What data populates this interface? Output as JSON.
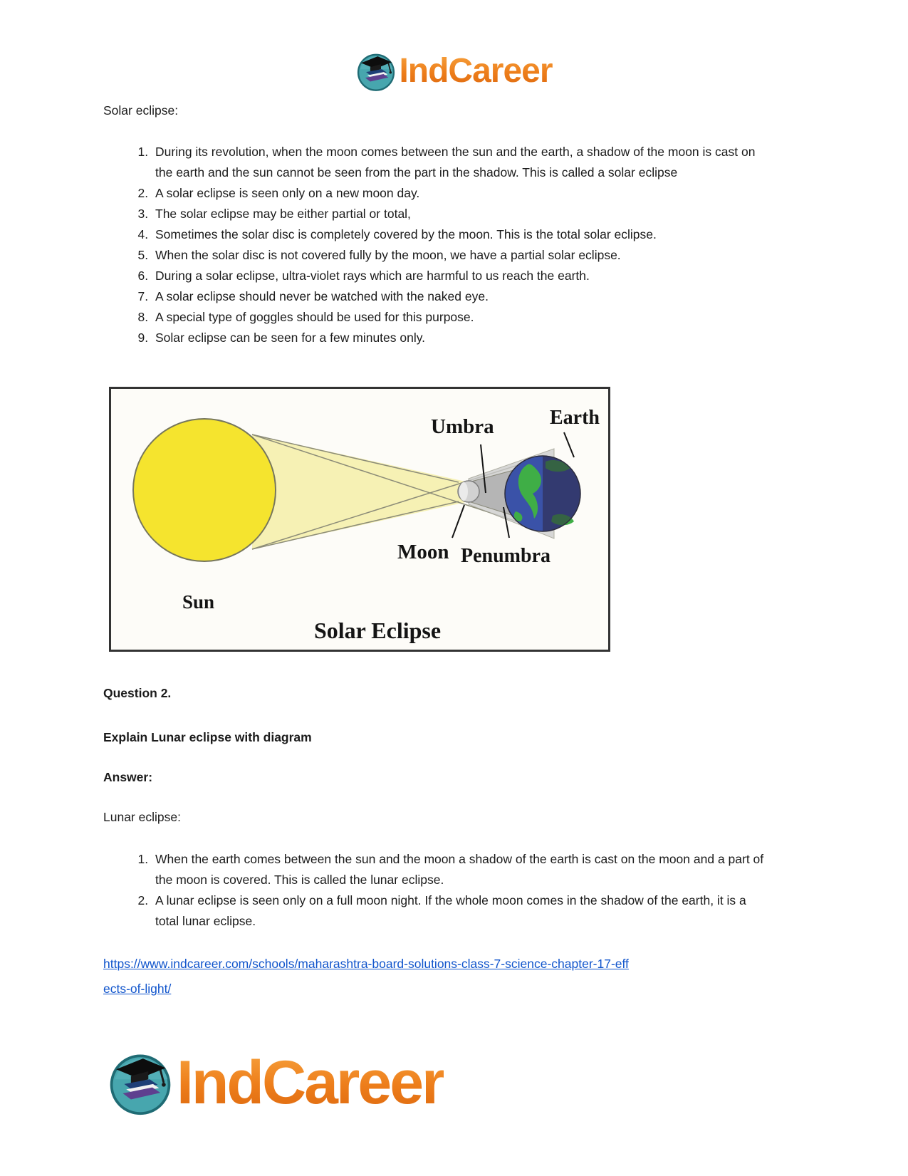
{
  "theme": {
    "brand_orange": "#ED7D1A",
    "brand_orange_light": "#F6A03C",
    "brand_orange_dark": "#DE6A10",
    "brand_teal": "#3E9EA8",
    "link_blue": "#1155CC",
    "text_black": "#1b1b1b",
    "sun_yellow": "#F5E42E",
    "beam_yellow": "#F6F1B4",
    "umbra_gray": "#B5B5B5",
    "penumbra_gray": "#CDCDCD",
    "earth_blue": "#3A52A8",
    "earth_green": "#3FAE46",
    "box_border": "#333333"
  },
  "header": {
    "logo_text": "IndCareer"
  },
  "solar_section": {
    "intro_label": "Solar eclipse:",
    "items": [
      "During its revolution, when the moon comes between the sun and the earth, a shadow of the moon is cast on the earth and the sun cannot be seen from the part in the shadow. This is called a solar eclipse",
      "A solar eclipse is seen only on a new moon day.",
      "The solar eclipse may be either partial or total,",
      "Sometimes the solar disc is completely covered by the moon. This is the total solar eclipse.",
      "When the solar disc is not covered fully by the moon, we have a partial solar eclipse.",
      "During a solar eclipse, ultra-violet rays which are harmful to us reach the earth.",
      "A solar eclipse should never be watched with the naked eye.",
      "A special type of goggles should be used for this purpose.",
      "Solar eclipse can be seen for a few minutes only."
    ]
  },
  "diagram": {
    "title": "Solar Eclipse",
    "labels": {
      "sun": "Sun",
      "moon": "Moon",
      "earth": "Earth",
      "umbra": "Umbra",
      "penumbra": "Penumbra"
    }
  },
  "question2": {
    "heading": "Question 2.",
    "prompt": "Explain Lunar eclipse with diagram",
    "answer_label": "Answer:",
    "topic_label": "Lunar eclipse:"
  },
  "lunar_section": {
    "items": [
      "When the earth comes between the sun and the moon a shadow of the earth is cast on the moon and a part of the moon is covered. This is called the lunar eclipse.",
      "A lunar eclipse is seen only on a full moon night. If the whole moon comes in the shadow of the earth, it is a total lunar eclipse."
    ]
  },
  "link": {
    "line1": "https://www.indcareer.com/schools/maharashtra-board-solutions-class-7-science-chapter-17-eff",
    "line2": "ects-of-light/"
  },
  "footer": {
    "logo_text": "IndCareer"
  }
}
